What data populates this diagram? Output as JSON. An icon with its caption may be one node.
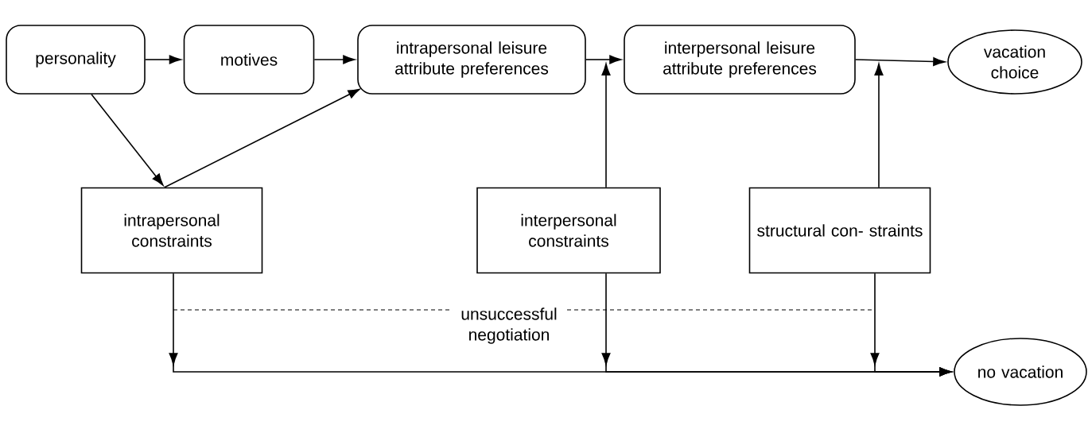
{
  "diagram": {
    "nodes": [
      {
        "text": [
          "personality"
        ]
      },
      {
        "text": [
          "motives"
        ]
      },
      {
        "text": [
          "intrapersonal leisure attribute preferences"
        ]
      },
      {
        "text": [
          "interpersonal leisure attribute preferences"
        ]
      },
      {
        "text": [
          "vacation choice"
        ]
      },
      {
        "text": [
          "intrapersonal constraints"
        ]
      },
      {
        "text": [
          "interpersonal constraints"
        ]
      },
      {
        "text": [
          "structural con- straints"
        ]
      },
      {
        "text": [
          "no vacation"
        ]
      }
    ],
    "edges": [
      {
        "from": 0,
        "to": 1,
        "arrow": "to"
      },
      {
        "from": 1,
        "to": 2,
        "arrow": "to"
      },
      {
        "from": 2,
        "to": 3,
        "arrow": "to"
      },
      {
        "from": 3,
        "to": 4,
        "arrow": "to"
      },
      {
        "from": 0,
        "to": 5,
        "arrow": "to"
      },
      {
        "from": 5,
        "to": 2,
        "arrow": "to"
      },
      {
        "from": 6,
        "to": null,
        "arrow": "to"
      },
      {
        "from": 7,
        "to": null,
        "arrow": "to"
      },
      {
        "from": 5,
        "to": 8,
        "arrow": "to"
      },
      {
        "from": 6,
        "to": 8,
        "arrow": "to"
      },
      {
        "from": 7,
        "to": 8,
        "arrow": "to"
      }
    ],
    "labels": [
      "unsuccessful negotiation"
    ]
  }
}
